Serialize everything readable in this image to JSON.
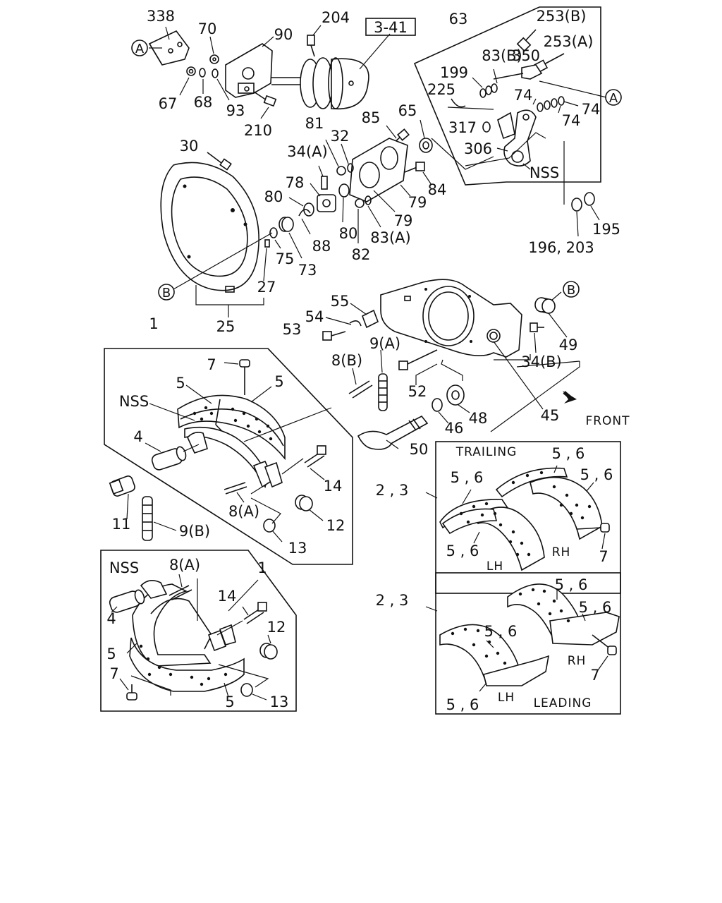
{
  "labels": {
    "l338": "338",
    "l70": "70",
    "l90": "90",
    "l204": "204",
    "l3_41": "3-41",
    "l63": "63",
    "l253b": "253(B)",
    "l253a": "253(A)",
    "l83b": "83(B)",
    "l350": "350",
    "l199": "199",
    "l225": "225",
    "l74a": "74",
    "l74b": "74",
    "l74c": "74",
    "l317": "317",
    "l306": "306",
    "lnss_top": "NSS",
    "l67": "67",
    "l68": "68",
    "l93": "93",
    "l210": "210",
    "l81": "81",
    "l32": "32",
    "l85": "85",
    "l65": "65",
    "l34a": "34(A)",
    "l78": "78",
    "l30": "30",
    "l80a": "80",
    "l80b": "80",
    "l88": "88",
    "l79a": "79",
    "l79b": "79",
    "l84": "84",
    "l83a": "83(A)",
    "l82": "82",
    "l75": "75",
    "l73": "73",
    "l27": "27",
    "l25": "25",
    "l196": "196, 203",
    "l195": "195",
    "l55": "55",
    "l54": "54",
    "l53": "53",
    "l9a": "9(A)",
    "l8b": "8(B)",
    "l34b": "34(B)",
    "l49": "49",
    "l52": "52",
    "l48": "48",
    "l46": "46",
    "l45": "45",
    "l50": "50",
    "lfront": "FRONT",
    "l1a": "1",
    "l7a": "7",
    "l5a": "5",
    "l5b": "5",
    "lnss_mid": "NSS",
    "l4a": "4",
    "l14a": "14",
    "l8a_a": "8(A)",
    "l12a": "12",
    "l13a": "13",
    "l11": "11",
    "l9b": "9(B)",
    "lnss_low": "NSS",
    "l8a_b": "8(A)",
    "l1b": "1",
    "l14b": "14",
    "l4b": "4",
    "l12b": "12",
    "l5c": "5",
    "l7b": "7",
    "l5d": "5",
    "l13b": "13",
    "l23a": "2 , 3",
    "l23b": "2 , 3",
    "trailing": "TRAILING",
    "leading": "LEADING",
    "t56a": "5 , 6",
    "t56b": "5 , 6",
    "t56c": "5 , 6",
    "t56d": "5 , 6",
    "tlh": "LH",
    "trh": "RH",
    "t7": "7",
    "d56a": "5 , 6",
    "d56b": "5 , 6",
    "d56c": "5 , 6",
    "d56d": "5 , 6",
    "dlh": "LH",
    "drh": "RH",
    "d7": "7"
  },
  "callouts": {
    "a": "A",
    "b": "B"
  }
}
